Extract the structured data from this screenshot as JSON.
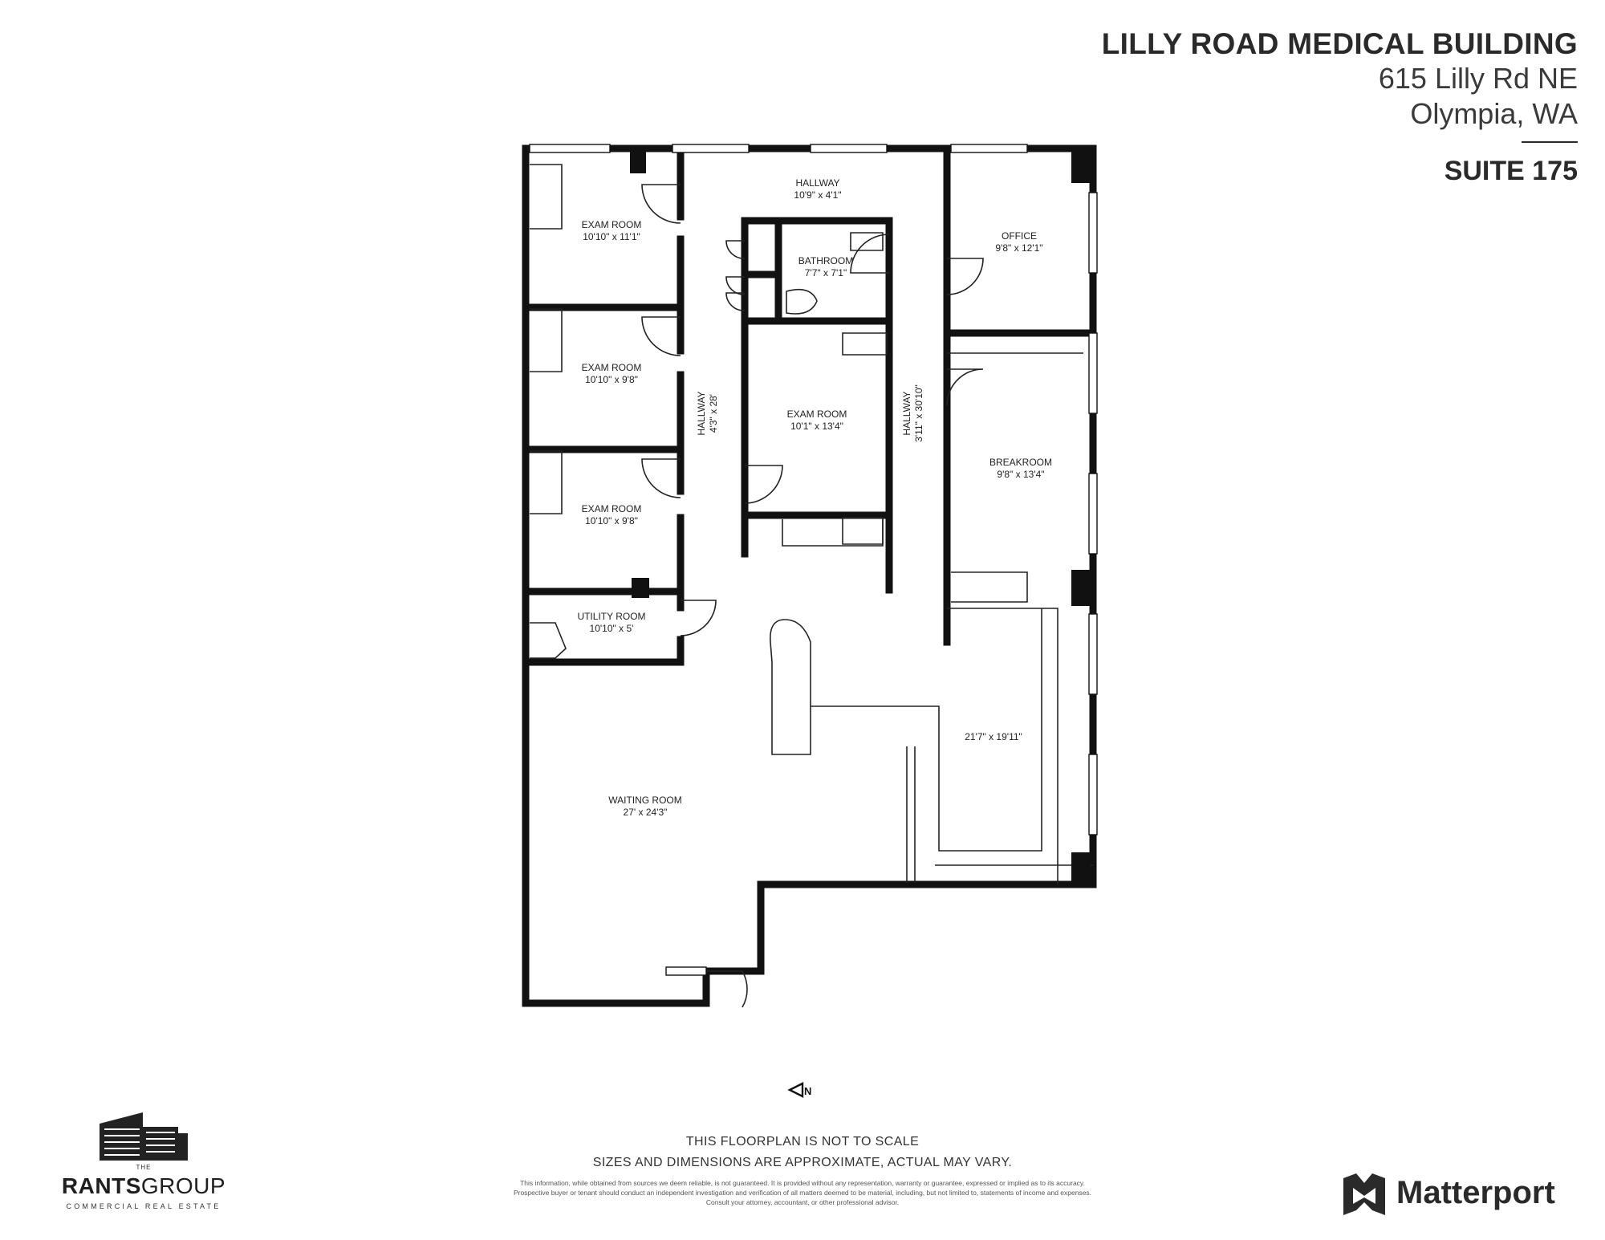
{
  "header": {
    "building_name": "LILLY ROAD MEDICAL BUILDING",
    "address_line1": "615 Lilly Rd NE",
    "address_line2": "Olympia, WA",
    "suite": "SUITE 175"
  },
  "rooms": [
    {
      "id": "hallway-top",
      "name": "HALLWAY",
      "dims": "10'9\" x 4'1\""
    },
    {
      "id": "exam-room-1",
      "name": "EXAM ROOM",
      "dims": "10'10\" x 11'1\""
    },
    {
      "id": "bathroom",
      "name": "BATHROOM",
      "dims": "7'7\" x 7'1\""
    },
    {
      "id": "office",
      "name": "OFFICE",
      "dims": "9'8\" x 12'1\""
    },
    {
      "id": "exam-room-2",
      "name": "EXAM ROOM",
      "dims": "10'10\" x 9'8\""
    },
    {
      "id": "exam-room-center",
      "name": "EXAM ROOM",
      "dims": "10'1\" x 13'4\""
    },
    {
      "id": "breakroom",
      "name": "BREAKROOM",
      "dims": "9'8\" x 13'4\""
    },
    {
      "id": "exam-room-3",
      "name": "EXAM ROOM",
      "dims": "10'10\" x 9'8\""
    },
    {
      "id": "utility-room",
      "name": "UTILITY ROOM",
      "dims": "10'10\" x 5'"
    },
    {
      "id": "reception-area",
      "name": "",
      "dims": "21'7\" x 19'11\""
    },
    {
      "id": "waiting-room",
      "name": "WAITING ROOM",
      "dims": "27' x 24'3\""
    },
    {
      "id": "hallway-left",
      "name": "HALLWAY",
      "dims": "4'3\" x 28'"
    },
    {
      "id": "hallway-right",
      "name": "HALLWAY",
      "dims": "3'11\" x 30'10\""
    }
  ],
  "compass": {
    "label": "N"
  },
  "footer": {
    "line1": "THIS FLOORPLAN IS NOT TO SCALE",
    "line2": "SIZES AND DIMENSIONS ARE APPROXIMATE, ACTUAL MAY VARY.",
    "disclaimer1": "This information, while obtained from sources we deem reliable, is not guaranteed. It is provided without any representation, warranty or guarantee, expressed or implied as to its accuracy.",
    "disclaimer2": "Prospective buyer or tenant should conduct an independent investigation and verification of all matters deemed to be material, including, but not limited to, statements of income and expenses.",
    "disclaimer3": "Consult your attorney, accountant, or other professional advisor."
  },
  "logos": {
    "rants_the": "THE",
    "rants_bold": "RANTS",
    "rants_rest": "GROUP",
    "rants_sub": "COMMERCIAL REAL ESTATE",
    "matterport": "Matterport"
  }
}
